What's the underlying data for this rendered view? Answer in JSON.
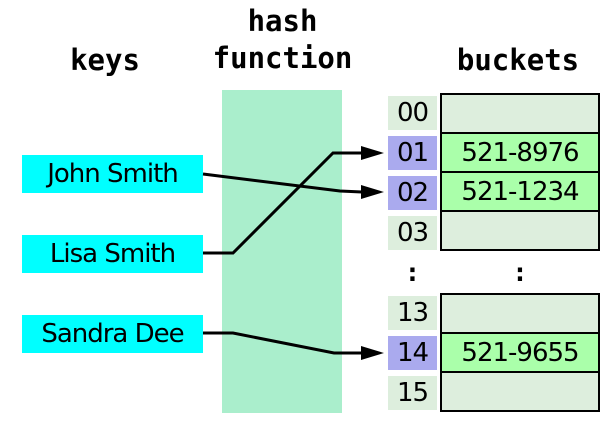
{
  "headers": {
    "keys": "keys",
    "hash_line1": "hash",
    "hash_line2": "function",
    "buckets": "buckets"
  },
  "keys": [
    {
      "label": "John Smith"
    },
    {
      "label": "Lisa Smith"
    },
    {
      "label": "Sandra Dee"
    }
  ],
  "rows": {
    "top": [
      {
        "index": "00",
        "value": "",
        "highlighted": false
      },
      {
        "index": "01",
        "value": "521-8976",
        "highlighted": true
      },
      {
        "index": "02",
        "value": "521-1234",
        "highlighted": true
      },
      {
        "index": "03",
        "value": "",
        "highlighted": false
      }
    ],
    "bottom": [
      {
        "index": "13",
        "value": "",
        "highlighted": false
      },
      {
        "index": "14",
        "value": "521-9655",
        "highlighted": true
      },
      {
        "index": "15",
        "value": "",
        "highlighted": false
      }
    ],
    "ellipsis": ":"
  },
  "mappings": [
    {
      "key": "John Smith",
      "bucket": "02"
    },
    {
      "key": "Lisa Smith",
      "bucket": "01"
    },
    {
      "key": "Sandra Dee",
      "bucket": "14"
    }
  ],
  "colors": {
    "key_box": "#00FFFF",
    "hash_box": "#AAEECC",
    "bucket_filled": "#AAFFAA",
    "bucket_empty": "#DDEEDD",
    "index_highlighted": "#AAAAEE",
    "index_default": "#DDEEDD",
    "line": "#000000",
    "background": "#FFFFFF"
  }
}
